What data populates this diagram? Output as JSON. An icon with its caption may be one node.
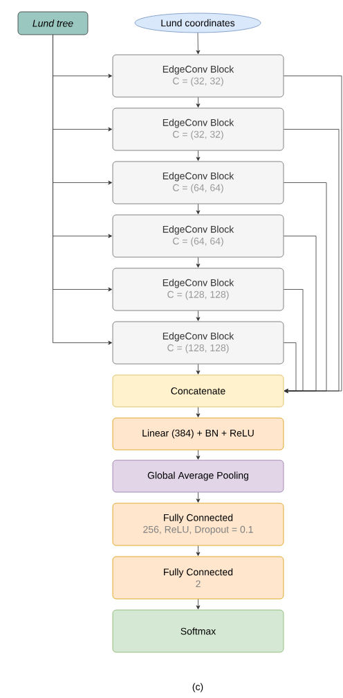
{
  "diagram": {
    "caption": "(c)",
    "nodes": [
      {
        "text": [
          "Lund tree"
        ]
      },
      {
        "text": [
          "Lund coordinates"
        ]
      },
      {
        "text": [
          "EdgeConv Block",
          "C = (32, 32)"
        ]
      },
      {
        "text": [
          "EdgeConv Block",
          "C = (32, 32)"
        ]
      },
      {
        "text": [
          "EdgeConv Block",
          "C = (64, 64)"
        ]
      },
      {
        "text": [
          "EdgeConv Block",
          "C = (64, 64)"
        ]
      },
      {
        "text": [
          "EdgeConv Block",
          "C = (128, 128)"
        ]
      },
      {
        "text": [
          "EdgeConv Block",
          "C = (128, 128)"
        ]
      },
      {
        "text": [
          "Concatenate"
        ]
      },
      {
        "text": [
          "Linear (384) + BN + ReLU"
        ]
      },
      {
        "text": [
          "Global Average Pooling"
        ]
      },
      {
        "text": [
          "Fully Connected",
          "256, ReLU, Dropout = 0.1"
        ]
      },
      {
        "text": [
          "Fully Connected",
          "2"
        ]
      },
      {
        "text": [
          "Softmax"
        ]
      }
    ],
    "edges": [
      {
        "from": 1,
        "to": 2,
        "arrow": "to"
      },
      {
        "from": 2,
        "to": 3,
        "arrow": "to"
      },
      {
        "from": 3,
        "to": 4,
        "arrow": "to"
      },
      {
        "from": 4,
        "to": 5,
        "arrow": "to"
      },
      {
        "from": 5,
        "to": 6,
        "arrow": "to"
      },
      {
        "from": 6,
        "to": 7,
        "arrow": "to"
      },
      {
        "from": 7,
        "to": 8,
        "arrow": "to"
      },
      {
        "from": 8,
        "to": 9,
        "arrow": "to"
      },
      {
        "from": 9,
        "to": 10,
        "arrow": "to"
      },
      {
        "from": 10,
        "to": 11,
        "arrow": "to"
      },
      {
        "from": 11,
        "to": 12,
        "arrow": "to"
      },
      {
        "from": 12,
        "to": 13,
        "arrow": "to"
      },
      {
        "from": 0,
        "to": 2,
        "arrow": "to"
      },
      {
        "from": 0,
        "to": 3,
        "arrow": "to"
      },
      {
        "from": 0,
        "to": 4,
        "arrow": "to"
      },
      {
        "from": 0,
        "to": 5,
        "arrow": "to"
      },
      {
        "from": 0,
        "to": 6,
        "arrow": "to"
      },
      {
        "from": 0,
        "to": 7,
        "arrow": "to"
      },
      {
        "from": 2,
        "to": 8,
        "arrow": "to"
      },
      {
        "from": 3,
        "to": 8,
        "arrow": "to"
      },
      {
        "from": 4,
        "to": 8,
        "arrow": "to"
      },
      {
        "from": 5,
        "to": 8,
        "arrow": "to"
      },
      {
        "from": 6,
        "to": 8,
        "arrow": "to"
      },
      {
        "from": 7,
        "to": 8,
        "arrow": "to"
      }
    ]
  }
}
